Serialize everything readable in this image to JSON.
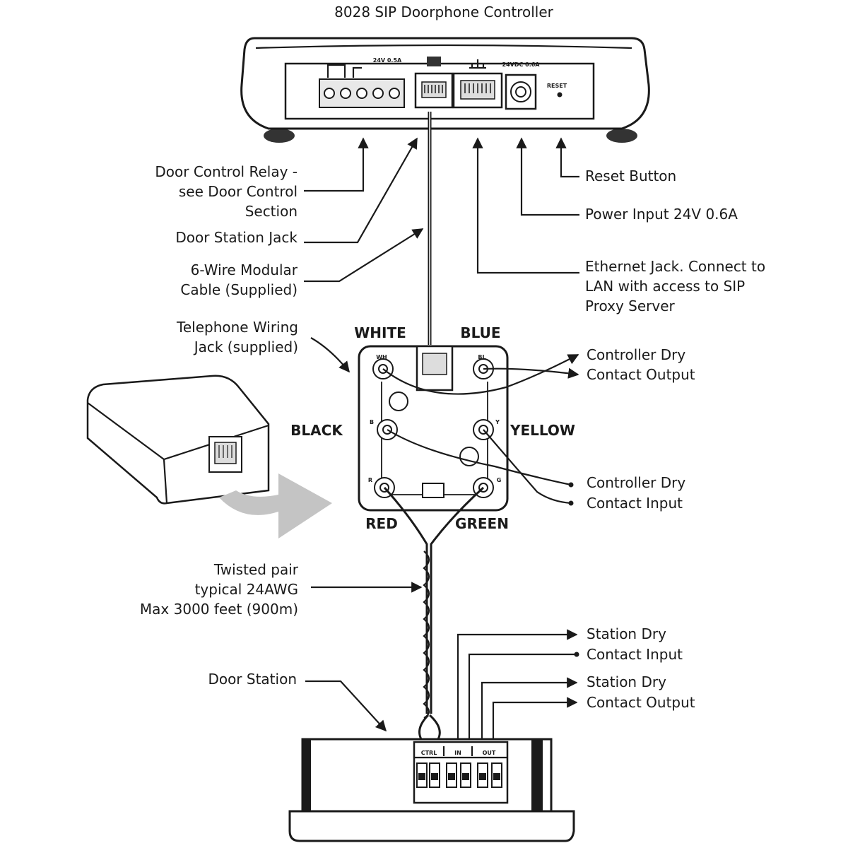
{
  "title": "8028 SIP Doorphone Controller",
  "controller": {
    "relay_rating": "24V 0.5A",
    "power_rating": "24VDC 0.6A",
    "reset_label": "RESET"
  },
  "callouts": {
    "door_relay": [
      "Door Control Relay -",
      "see Door Control",
      "Section"
    ],
    "door_jack": [
      "Door Station Jack"
    ],
    "modular_cable": [
      "6-Wire Modular",
      "Cable (Supplied)"
    ],
    "wiring_jack": [
      "Telephone Wiring",
      "Jack (supplied)"
    ],
    "twisted_pair": [
      "Twisted pair",
      "typical 24AWG",
      "Max 3000 feet (900m)"
    ],
    "door_station": [
      "Door Station"
    ],
    "reset_button": [
      "Reset Button"
    ],
    "power_input": [
      "Power Input 24V 0.6A"
    ],
    "ethernet": [
      "Ethernet Jack. Connect to",
      "LAN with access to SIP",
      "Proxy Server"
    ],
    "ctrl_output": [
      "Controller Dry",
      "Contact Output"
    ],
    "ctrl_input": [
      "Controller Dry",
      "Contact Input"
    ],
    "station_input": [
      "Station Dry",
      "Contact Input"
    ],
    "station_output": [
      "Station Dry",
      "Contact Output"
    ]
  },
  "wires": {
    "white": "WHITE",
    "blue": "BLUE",
    "black": "BLACK",
    "yellow": "YELLOW",
    "red": "RED",
    "green": "GREEN"
  },
  "terminal_marks": {
    "wh": "WH",
    "bl": "BL",
    "b": "B",
    "y": "Y",
    "r": "R",
    "g": "G"
  },
  "station_terminals": {
    "ctrl": "CTRL",
    "in": "IN",
    "out": "OUT"
  }
}
